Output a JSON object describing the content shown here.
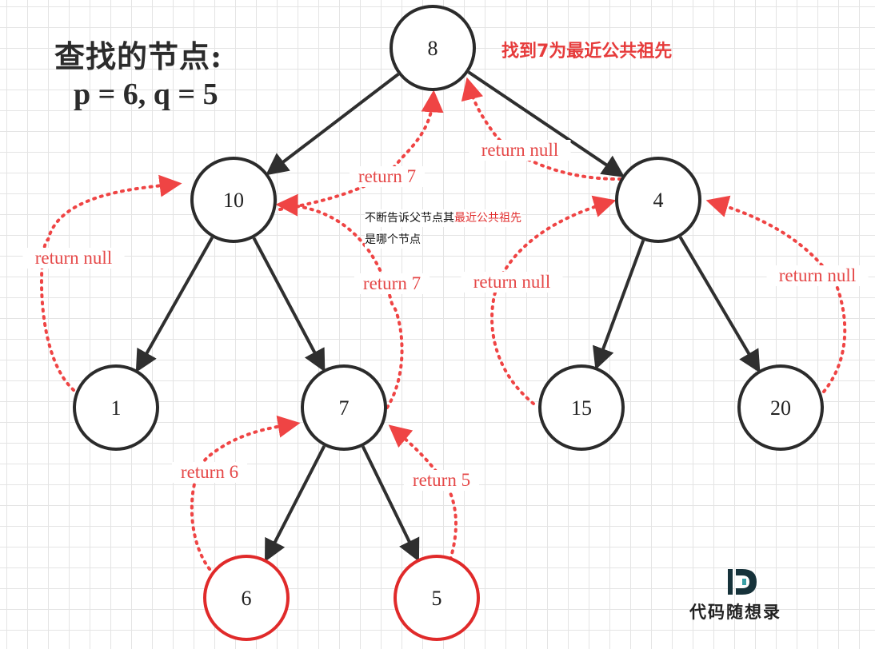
{
  "title": {
    "line1": "查找的节点:",
    "line2": "p = 6, q = 5"
  },
  "result_text": "找到7为最近公共祖先",
  "note": {
    "line1_prefix": "不断告诉父节点其",
    "line1_highlight": "最近公共祖先",
    "line2": "是哪个节点"
  },
  "nodes": [
    {
      "id": "n8",
      "label": "8",
      "highlight": false
    },
    {
      "id": "n10",
      "label": "10",
      "highlight": false
    },
    {
      "id": "n4",
      "label": "4",
      "highlight": false
    },
    {
      "id": "n1",
      "label": "1",
      "highlight": false
    },
    {
      "id": "n7",
      "label": "7",
      "highlight": false
    },
    {
      "id": "n15",
      "label": "15",
      "highlight": false
    },
    {
      "id": "n20",
      "label": "20",
      "highlight": false
    },
    {
      "id": "n6",
      "label": "6",
      "highlight": true
    },
    {
      "id": "n5",
      "label": "5",
      "highlight": true
    }
  ],
  "edges": [
    {
      "from": "n8",
      "to": "n10"
    },
    {
      "from": "n8",
      "to": "n4"
    },
    {
      "from": "n10",
      "to": "n1"
    },
    {
      "from": "n10",
      "to": "n7"
    },
    {
      "from": "n4",
      "to": "n15"
    },
    {
      "from": "n4",
      "to": "n20"
    },
    {
      "from": "n7",
      "to": "n6"
    },
    {
      "from": "n7",
      "to": "n5"
    }
  ],
  "returns": [
    {
      "id": "r1-10",
      "from": "n1",
      "to": "n10",
      "label": "return null"
    },
    {
      "id": "r7-10",
      "from": "n7",
      "to": "n10",
      "label": "return 7"
    },
    {
      "id": "r10-8",
      "from": "n10",
      "to": "n8",
      "label": "return 7"
    },
    {
      "id": "r4-8",
      "from": "n4",
      "to": "n8",
      "label": "return null"
    },
    {
      "id": "r15-4",
      "from": "n15",
      "to": "n4",
      "label": "return null"
    },
    {
      "id": "r20-4",
      "from": "n20",
      "to": "n4",
      "label": "return null"
    },
    {
      "id": "r6-7",
      "from": "n6",
      "to": "n7",
      "label": "return 6"
    },
    {
      "id": "r5-7",
      "from": "n5",
      "to": "n7",
      "label": "return 5"
    }
  ],
  "logo": {
    "mark": "D",
    "label": "代码随想录"
  },
  "colors": {
    "edge": "#2f2f2f",
    "node_stroke": "#2b2b2b",
    "highlight_stroke": "#e02a2a",
    "return_arrow": "#ef4444",
    "return_label": "#e54848"
  }
}
